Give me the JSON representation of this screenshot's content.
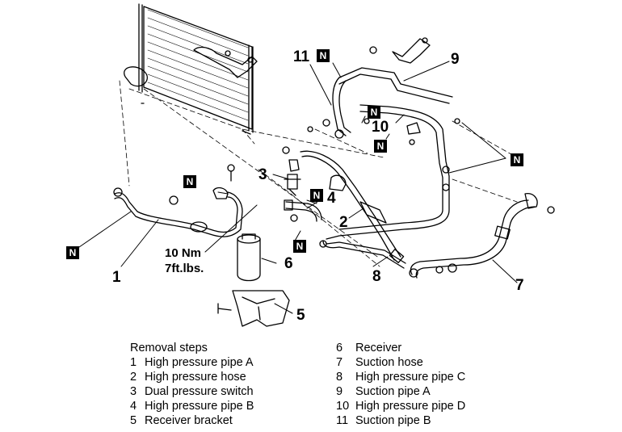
{
  "callouts": [
    "1",
    "2",
    "3",
    "4",
    "5",
    "6",
    "7",
    "8",
    "9",
    "10",
    "11"
  ],
  "badge": "N",
  "torque": {
    "line1": "10 Nm",
    "line2": "7ft.lbs."
  },
  "legend": {
    "title": "Removal steps",
    "left": [
      {
        "num": "1",
        "label": "High pressure pipe A"
      },
      {
        "num": "2",
        "label": "High pressure hose"
      },
      {
        "num": "3",
        "label": "Dual pressure switch"
      },
      {
        "num": "4",
        "label": "High pressure pipe B"
      },
      {
        "num": "5",
        "label": "Receiver bracket"
      }
    ],
    "right": [
      {
        "num": "6",
        "label": "Receiver"
      },
      {
        "num": "7",
        "label": "Suction hose"
      },
      {
        "num": "8",
        "label": "High pressure pipe C"
      },
      {
        "num": "9",
        "label": "Suction pipe A"
      },
      {
        "num": "10",
        "label": "High pressure pipe D"
      },
      {
        "num": "11",
        "label": "Suction pipe B"
      }
    ]
  }
}
